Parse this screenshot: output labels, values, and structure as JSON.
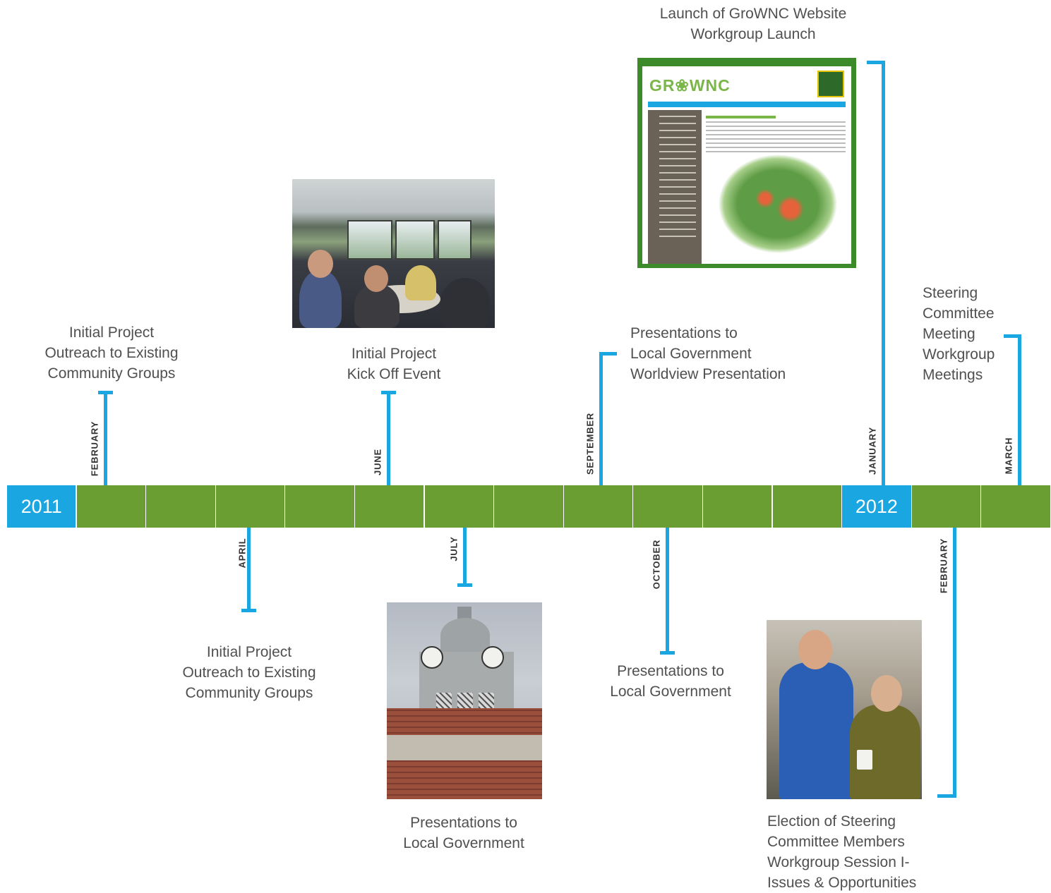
{
  "years": [
    "2011",
    "2012"
  ],
  "months": {
    "feb_2011": "FEBRUARY",
    "apr_2011": "APRIL",
    "jun_2011": "JUNE",
    "jul_2011": "JULY",
    "sep_2011": "SEPTEMBER",
    "oct_2011": "OCTOBER",
    "jan_2012": "JANUARY",
    "feb_2012": "FEBRUARY",
    "mar_2012": "MARCH"
  },
  "events": {
    "feb_2011": [
      "Initial Project",
      "Outreach to Existing",
      "Community Groups"
    ],
    "apr_2011": [
      "Initial Project",
      "Outreach to Existing",
      "Community Groups"
    ],
    "jun_2011": [
      "Initial Project",
      "Kick Off Event"
    ],
    "jul_2011": [
      "Presentations to",
      "Local Government"
    ],
    "sep_2011": [
      "Presentations to",
      "Local Government",
      "Worldview Presentation"
    ],
    "oct_2011": [
      "Presentations to",
      "Local Government"
    ],
    "jan_2012": [
      "Launch of GroWNC Website",
      "Workgroup Launch"
    ],
    "feb_2012": [
      "Election of Steering",
      "Committee Members",
      "Workgroup Session I-",
      "Issues & Opportunities"
    ],
    "mar_2012": [
      "Steering",
      "Committee",
      "Meeting",
      "Workgroup",
      "Meetings"
    ]
  },
  "website_logo": "GR❀WNC",
  "colors": {
    "accent_blue": "#1aa7e1",
    "bar_green": "#6a9e33",
    "text_gray": "#505050"
  }
}
